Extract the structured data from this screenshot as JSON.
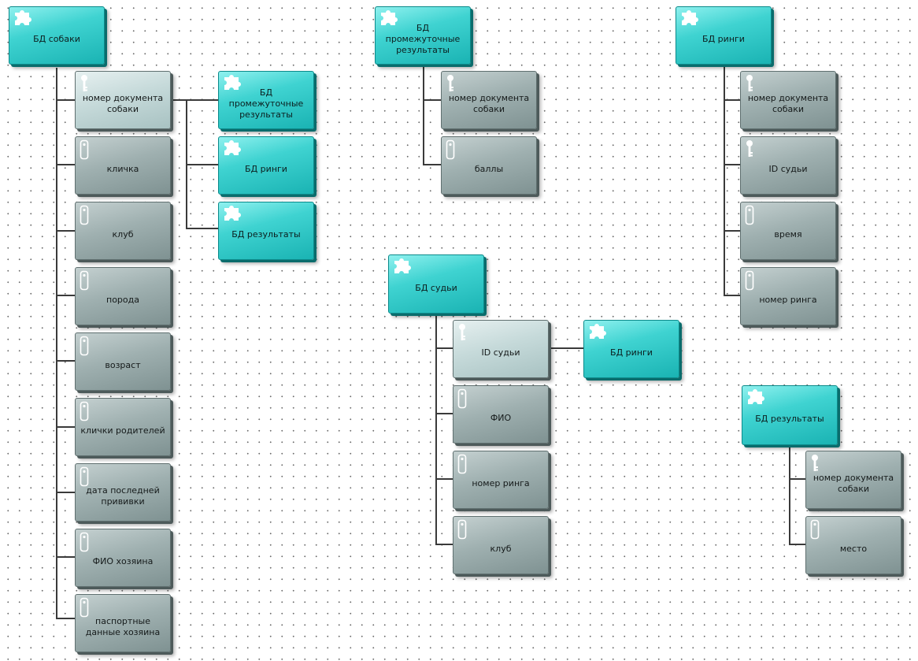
{
  "colors": {
    "entity": "#2fc6c4",
    "attribute": "#8d9f9f",
    "connector": "#3a3a3a"
  },
  "icons": {
    "entity": "puzzle-icon",
    "key": "key-icon",
    "attribute": "tag-icon"
  },
  "entities": {
    "dogs": {
      "title": "БД собаки",
      "attributes": [
        {
          "label": "номер документа собаки",
          "key": true
        },
        {
          "label": "кличка",
          "key": false
        },
        {
          "label": "клуб",
          "key": false
        },
        {
          "label": "порода",
          "key": false
        },
        {
          "label": "возраст",
          "key": false
        },
        {
          "label": "клички родителей",
          "key": false
        },
        {
          "label": "дата последней прививки",
          "key": false
        },
        {
          "label": "ФИО хозяина",
          "key": false
        },
        {
          "label": "паспортные данные хозяина",
          "key": false
        }
      ],
      "links": [
        "БД промежуточные результаты",
        "БД ринги",
        "БД результаты"
      ]
    },
    "intermediate": {
      "title": "БД промежуточные результаты",
      "attributes": [
        {
          "label": "номер документа собаки",
          "key": true
        },
        {
          "label": "баллы",
          "key": false
        }
      ]
    },
    "rings": {
      "title": "БД ринги",
      "attributes": [
        {
          "label": "номер документа собаки",
          "key": true
        },
        {
          "label": "ID судьи",
          "key": true
        },
        {
          "label": "время",
          "key": false
        },
        {
          "label": "номер ринга",
          "key": false
        }
      ]
    },
    "judges": {
      "title": "БД судьи",
      "attributes": [
        {
          "label": "ID судьи",
          "key": true
        },
        {
          "label": "ФИО",
          "key": false
        },
        {
          "label": "номер ринга",
          "key": false
        },
        {
          "label": "клуб",
          "key": false
        }
      ],
      "links": [
        "БД ринги"
      ]
    },
    "results": {
      "title": "БД результаты",
      "attributes": [
        {
          "label": "номер документа собаки",
          "key": true
        },
        {
          "label": "место",
          "key": false
        }
      ]
    }
  }
}
